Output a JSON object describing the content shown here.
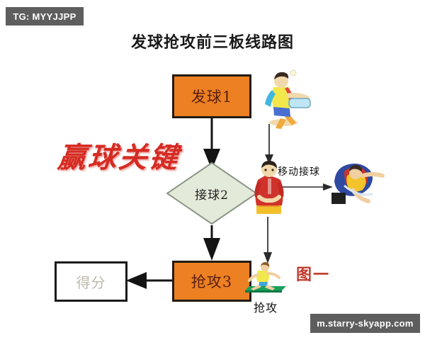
{
  "page": {
    "title": "发球抢攻前三板线路图",
    "figure_number": "图一"
  },
  "watermarks": {
    "top_tag": "TG: MYYJJPP",
    "bottom_site": "m.starry-skyapp.com"
  },
  "flow": {
    "nodes": [
      {
        "id": "serve",
        "label": "发球1",
        "shape": "rectangle",
        "fill": "#ec8022",
        "border": "#231b13",
        "text_color": "#5a1f10"
      },
      {
        "id": "receive",
        "label": "接球2",
        "shape": "diamond",
        "fill": "#e4ead9",
        "border": "#8c9687",
        "text_color": "#1f1f1f"
      },
      {
        "id": "attack",
        "label": "抢攻3",
        "shape": "rectangle",
        "fill": "#ec8022",
        "border": "#231b13",
        "text_color": "#5a1f10"
      },
      {
        "id": "score",
        "label": "得分",
        "shape": "rectangle",
        "fill": "#ffffff",
        "border": "#1a1a1a",
        "text_color": "#bdb9aa"
      }
    ],
    "edges": [
      {
        "from": "serve",
        "to": "receive",
        "direction": "down"
      },
      {
        "from": "receive",
        "to": "attack",
        "direction": "down"
      },
      {
        "from": "attack",
        "to": "score",
        "direction": "left"
      }
    ]
  },
  "annotations": {
    "calligraphy": "赢球关键",
    "move_to_receive": "移动接球",
    "attack_caption": "抢攻"
  },
  "illustrations": [
    {
      "id": "server",
      "name": "table-tennis-player-serving"
    },
    {
      "id": "receiver",
      "name": "table-tennis-player-receiving"
    },
    {
      "id": "reach",
      "name": "table-tennis-player-reaching"
    },
    {
      "id": "attacker",
      "name": "table-tennis-player-attacking"
    }
  ],
  "colors": {
    "node_orange": "#ec8022",
    "diamond_green": "#e4ead9",
    "accent_red": "#d42b22",
    "figure_red": "#c0392b",
    "watermark_gray": "#5e5e5e"
  }
}
